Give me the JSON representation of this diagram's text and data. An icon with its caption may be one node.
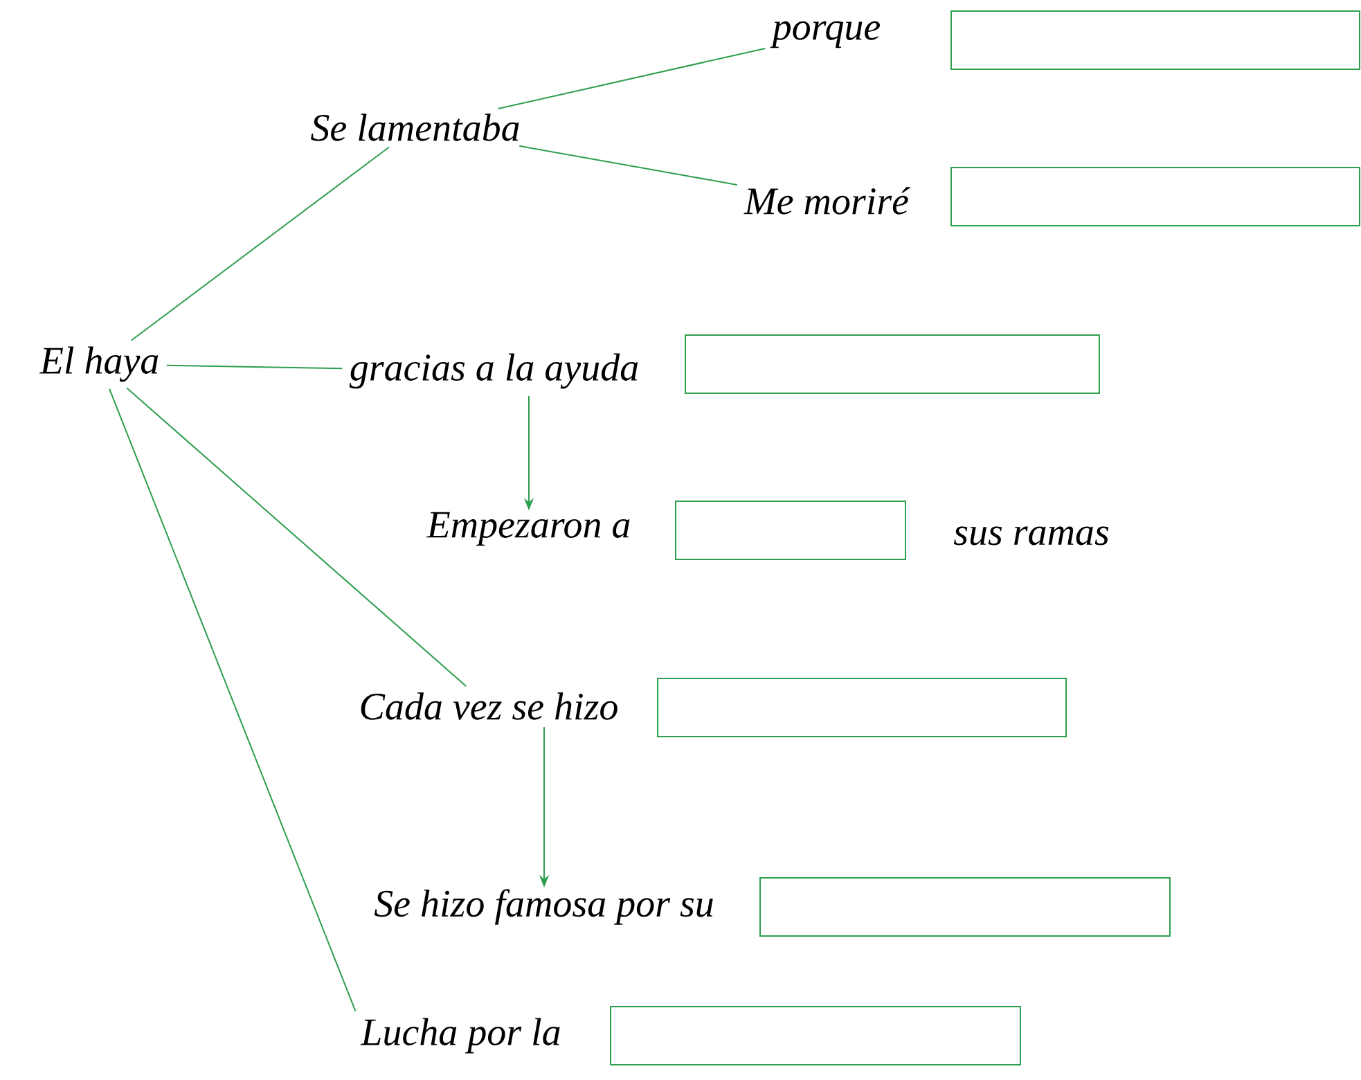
{
  "diagram": {
    "nodes": [
      {
        "text": [
          "El haya"
        ]
      },
      {
        "text": [
          "Se lamentaba"
        ]
      },
      {
        "text": [
          "porque"
        ]
      },
      {
        "text": [
          "Me moriré"
        ]
      },
      {
        "text": [
          "gracias a la ayuda"
        ]
      },
      {
        "text": [
          "Empezaron a"
        ]
      },
      {
        "text": [
          "Cada vez se hizo"
        ]
      },
      {
        "text": [
          "Se hizo famosa por su"
        ]
      },
      {
        "text": [
          "Lucha por la"
        ]
      },
      {
        "text": [],
        "shape": "box"
      },
      {
        "text": [],
        "shape": "box"
      },
      {
        "text": [],
        "shape": "box"
      },
      {
        "text": [],
        "shape": "box"
      },
      {
        "text": [],
        "shape": "box"
      },
      {
        "text": [],
        "shape": "box"
      },
      {
        "text": [],
        "shape": "box"
      }
    ],
    "edges": [
      {
        "from": 0,
        "to": 1,
        "arrow": "none"
      },
      {
        "from": 1,
        "to": 2,
        "arrow": "none"
      },
      {
        "from": 1,
        "to": 3,
        "arrow": "none"
      },
      {
        "from": 0,
        "to": 4,
        "arrow": "none"
      },
      {
        "from": 4,
        "to": 5,
        "arrow": "to"
      },
      {
        "from": 0,
        "to": 6,
        "arrow": "none"
      },
      {
        "from": 6,
        "to": 7,
        "arrow": "to"
      },
      {
        "from": 0,
        "to": 8,
        "arrow": "none"
      }
    ],
    "labels": [
      "sus ramas"
    ]
  }
}
